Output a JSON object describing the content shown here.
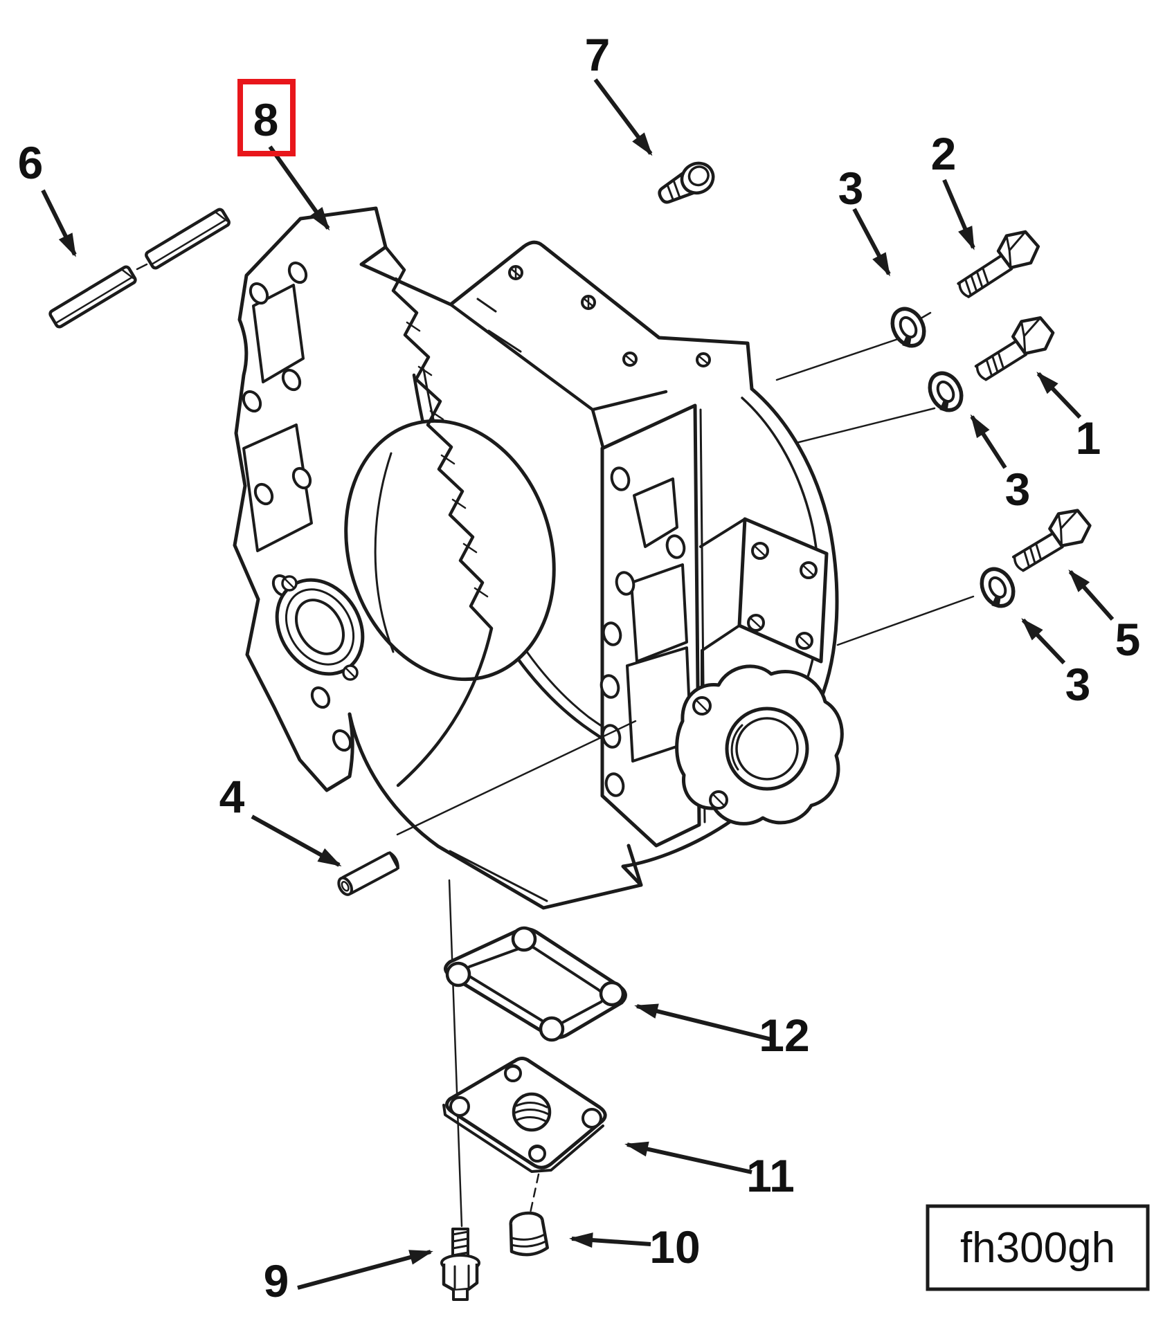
{
  "figure": {
    "code": "fh300gh"
  },
  "colors": {
    "line": "#1b1b1b",
    "highlight": "#e8161b",
    "background": "#ffffff"
  },
  "callouts": [
    {
      "label": "6",
      "part": "alignment-keys",
      "highlighted": false
    },
    {
      "label": "8",
      "part": "flywheel-housing",
      "highlighted": true
    },
    {
      "label": "7",
      "part": "pipe-plug-top",
      "highlighted": false
    },
    {
      "label": "3",
      "part": "lock-washer-upper",
      "highlighted": false
    },
    {
      "label": "2",
      "part": "hex-bolt-long",
      "highlighted": false
    },
    {
      "label": "1",
      "part": "hex-bolt-short",
      "highlighted": false
    },
    {
      "label": "3",
      "part": "lock-washer-middle",
      "highlighted": false
    },
    {
      "label": "5",
      "part": "hex-bolt-lower",
      "highlighted": false
    },
    {
      "label": "3",
      "part": "lock-washer-lower",
      "highlighted": false
    },
    {
      "label": "4",
      "part": "dowel-pin",
      "highlighted": false
    },
    {
      "label": "12",
      "part": "cover-gasket",
      "highlighted": false
    },
    {
      "label": "11",
      "part": "cover-plate",
      "highlighted": false
    },
    {
      "label": "9",
      "part": "drain-plug",
      "highlighted": false
    },
    {
      "label": "10",
      "part": "pipe-plug-bottom",
      "highlighted": false
    }
  ]
}
